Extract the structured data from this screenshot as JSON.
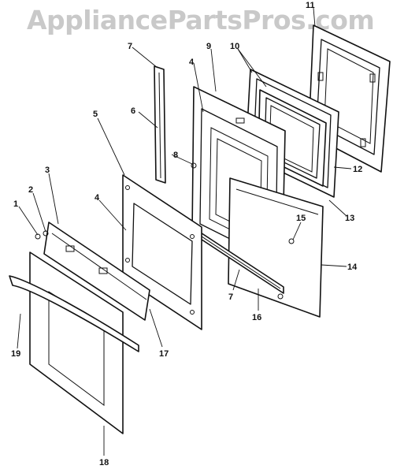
{
  "watermark": {
    "text": "AppliancePartsPros.com"
  },
  "callouts": [
    {
      "id": "c1",
      "text": "1"
    },
    {
      "id": "c2",
      "text": "2"
    },
    {
      "id": "c3",
      "text": "3"
    },
    {
      "id": "c4a",
      "text": "4"
    },
    {
      "id": "c4b",
      "text": "4"
    },
    {
      "id": "c5",
      "text": "5"
    },
    {
      "id": "c6",
      "text": "6"
    },
    {
      "id": "c7a",
      "text": "7"
    },
    {
      "id": "c7b",
      "text": "7"
    },
    {
      "id": "c8",
      "text": "8"
    },
    {
      "id": "c9",
      "text": "9"
    },
    {
      "id": "c10",
      "text": "10"
    },
    {
      "id": "c11",
      "text": "11"
    },
    {
      "id": "c12",
      "text": "12"
    },
    {
      "id": "c13",
      "text": "13"
    },
    {
      "id": "c14",
      "text": "14"
    },
    {
      "id": "c15",
      "text": "15"
    },
    {
      "id": "c16",
      "text": "16"
    },
    {
      "id": "c17",
      "text": "17"
    },
    {
      "id": "c18",
      "text": "18"
    },
    {
      "id": "c19",
      "text": "19"
    }
  ]
}
